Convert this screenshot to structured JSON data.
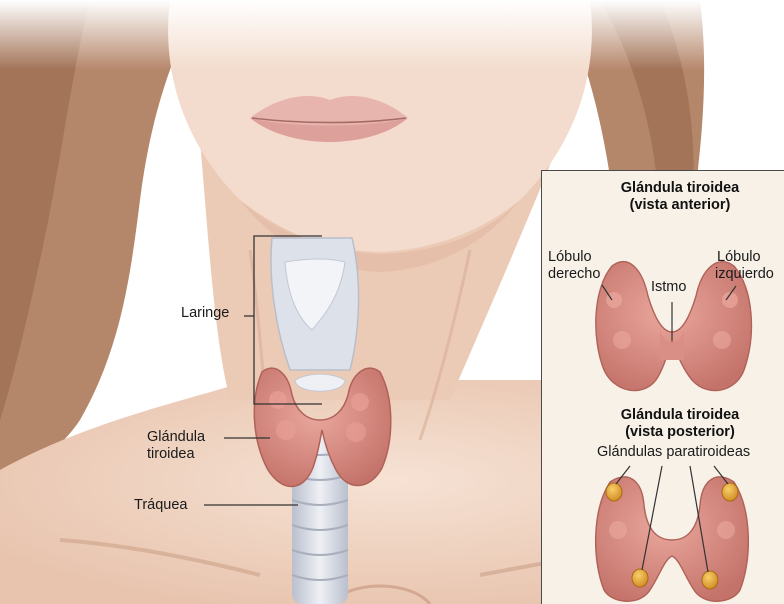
{
  "main_labels": {
    "larynx": "Laringe",
    "thyroid_line1": "Glándula",
    "thyroid_line2": "tiroidea",
    "trachea": "Tráquea"
  },
  "inset": {
    "anterior_title_line1": "Glándula tiroidea",
    "anterior_title_line2": "(vista anterior)",
    "right_lobe_line1": "Lóbulo",
    "right_lobe_line2": "derecho",
    "left_lobe_line1": "Lóbulo",
    "left_lobe_line2": "izquierdo",
    "isthmus": "Istmo",
    "posterior_title_line1": "Glándula tiroidea",
    "posterior_title_line2": "(vista posterior)",
    "parathyroid": "Glándulas paratiroideas"
  },
  "colors": {
    "skin": "#f1d6c4",
    "skin_shadow": "#dcae98",
    "hair": "#a8785a",
    "lips": "#e6b2ad",
    "thyroid": "#d98f86",
    "thyroid_dark": "#b9675f",
    "larynx": "#dfe2ea",
    "trachea": "#d4d8e2",
    "parathyroid": "#e9a53a",
    "inset_bg": "#f7f1e8",
    "leader_line": "#333333"
  }
}
